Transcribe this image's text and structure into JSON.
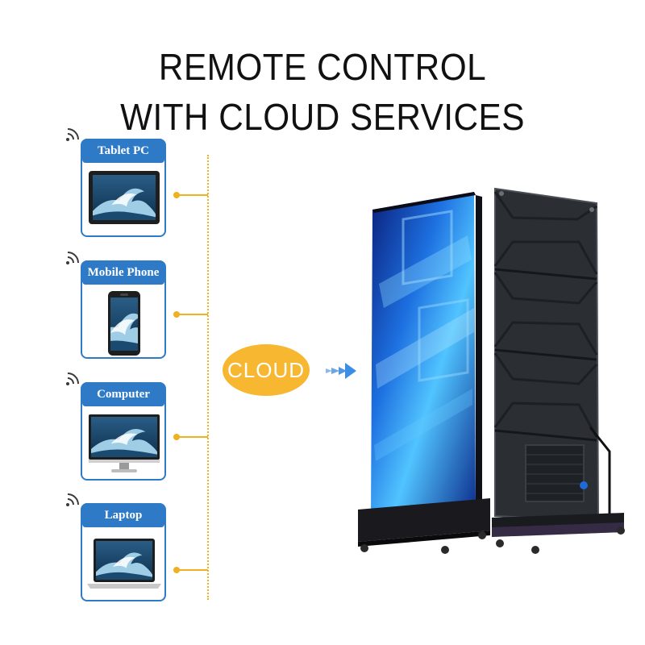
{
  "title": {
    "line1": "REMOTE CONTROL",
    "line2": "WITH CLOUD SERVICES"
  },
  "devices": [
    {
      "label": "Tablet PC",
      "icon": "tablet-icon"
    },
    {
      "label": "Mobile Phone",
      "icon": "mobile-phone-icon"
    },
    {
      "label": "Computer",
      "icon": "desktop-computer-icon"
    },
    {
      "label": "Laptop",
      "icon": "laptop-icon"
    }
  ],
  "cloud": {
    "label": "CLOUD"
  },
  "colors": {
    "card_blue": "#2f7ac7",
    "connector_yellow": "#f0b020",
    "cloud_orange": "#f7b731",
    "arrow_blue": "#3a8ee6"
  }
}
